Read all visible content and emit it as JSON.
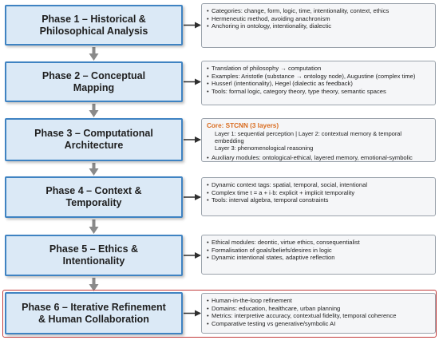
{
  "phases": [
    {
      "title": "Phase 1 – Historical &\nPhilosophical Analysis"
    },
    {
      "title": "Phase 2 – Conceptual\nMapping"
    },
    {
      "title": "Phase 3 – Computational\nArchitecture"
    },
    {
      "title": "Phase 4 – Context &\nTemporality"
    },
    {
      "title": "Phase 5 – Ethics &\nIntentionality"
    },
    {
      "title": "Phase 6 – Iterative Refinement\n& Human Collaboration"
    }
  ],
  "details": [
    {
      "items": [
        "Categories: change, form, logic, time, intentionality, context, ethics",
        "Hermeneutic method, avoiding anachronism",
        "Anchoring in ontology, intentionality, dialectic"
      ]
    },
    {
      "items": [
        "Translation of philosophy → computation",
        "Examples: Aristotle (substance → ontology node), Augustine (complex time)",
        "Husserl (intentionality), Hegel (dialectic as feedback)",
        "Tools: formal logic, category theory, type theory, semantic spaces"
      ]
    },
    {
      "core_title": "Core: STCNN (3 layers)",
      "core_lines": [
        "Layer 1: sequential perception | Layer 2: contextual memory & temporal embedding",
        "Layer 3: phenomenological reasoning"
      ],
      "items": [
        "Auxiliary modules: ontological-ethical, layered memory, emotional-symbolic"
      ]
    },
    {
      "items": [
        "Dynamic context tags: spatial, temporal, social, intentional",
        "Complex time t = a + i·b: explicit + implicit temporality",
        "Tools: interval algebra, temporal constraints"
      ]
    },
    {
      "items": [
        "Ethical modules: deontic, virtue ethics, consequentialist",
        "Formalisation of goals/beliefs/desires in logic",
        "Dynamic intentional states, adaptive reflection"
      ]
    },
    {
      "items": [
        "Human-in-the-loop refinement",
        "Domains: education, healthcare, urban planning",
        "Metrics: interpretive accuracy, contextual fidelity, temporal coherence",
        "Comparative testing vs generative/symbolic AI"
      ]
    }
  ],
  "colors": {
    "phase_fill": "#dbe9f6",
    "phase_border": "#3f83c2",
    "arrow_down": "#8a8a8a",
    "arrow_right": "#2f2f2f",
    "core_accent": "#d96b1e",
    "highlight_border": "#c23b3b"
  }
}
